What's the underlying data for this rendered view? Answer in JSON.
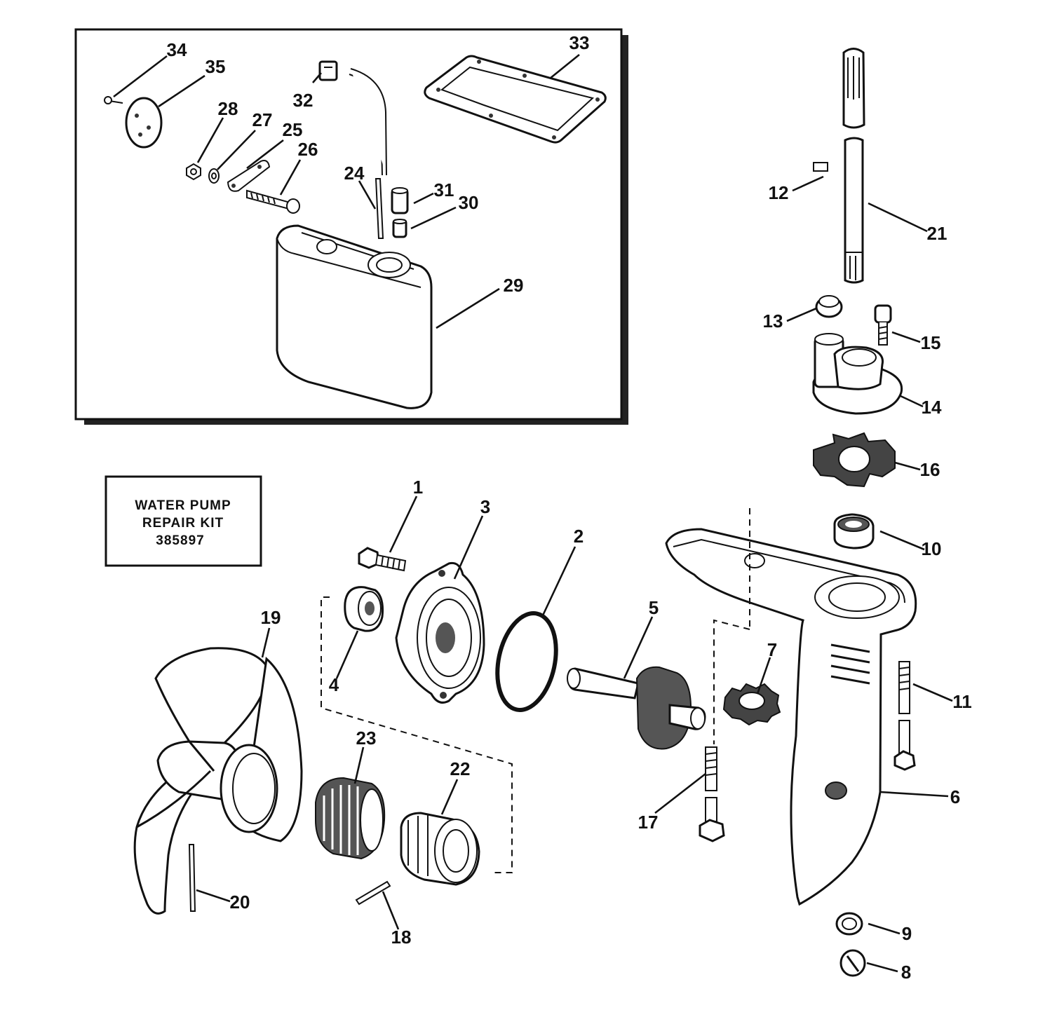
{
  "kit_box": {
    "line1": "WATER PUMP",
    "line2": "REPAIR KIT",
    "line3": "385897"
  },
  "callouts": [
    "1",
    "2",
    "3",
    "4",
    "5",
    "6",
    "7",
    "8",
    "9",
    "10",
    "11",
    "12",
    "13",
    "14",
    "15",
    "16",
    "17",
    "18",
    "19",
    "20",
    "21",
    "22",
    "23",
    "24",
    "25",
    "26",
    "27",
    "28",
    "29",
    "30",
    "31",
    "32",
    "33",
    "34",
    "35"
  ]
}
